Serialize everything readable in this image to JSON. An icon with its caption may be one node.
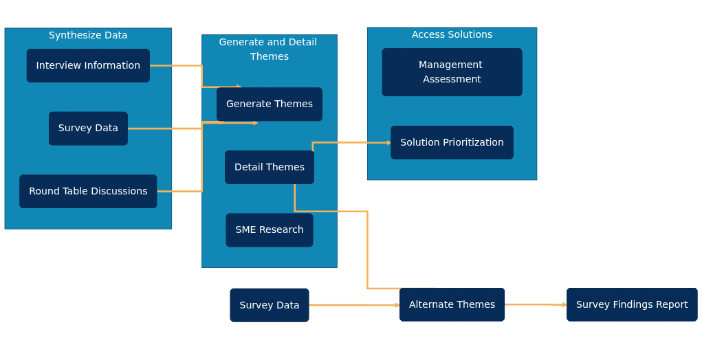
{
  "diagram": {
    "nodes": [
      {
        "text": [
          "Synthesize Data"
        ]
      },
      {
        "text": [
          "Interview Information"
        ],
        "in": 0
      },
      {
        "text": [
          "Survey Data"
        ],
        "in": 0
      },
      {
        "text": [
          "Round Table Discussions"
        ],
        "in": 0
      },
      {
        "text": [
          "Generate and Detail Themes"
        ]
      },
      {
        "text": [
          "Generate Themes"
        ],
        "in": 4
      },
      {
        "text": [
          "Detail Themes"
        ],
        "in": 4
      },
      {
        "text": [
          "SME Research"
        ],
        "in": 4
      },
      {
        "text": [
          "Access Solutions"
        ]
      },
      {
        "text": [
          "Management Assessment"
        ],
        "in": 8
      },
      {
        "text": [
          "Solution Prioritization"
        ],
        "in": 8
      },
      {
        "text": [
          "Survey Data"
        ]
      },
      {
        "text": [
          "Alternate Themes"
        ]
      },
      {
        "text": [
          "Survey Findings Report"
        ]
      }
    ],
    "edges": [
      {
        "from": 1,
        "to": 5,
        "arrow": "to"
      },
      {
        "from": 2,
        "to": 5,
        "arrow": "to"
      },
      {
        "from": 3,
        "to": 5,
        "arrow": "to"
      },
      {
        "from": 6,
        "to": 10,
        "arrow": "to"
      },
      {
        "from": 6,
        "to": 12,
        "arrow": "none"
      },
      {
        "from": 11,
        "to": 12,
        "arrow": "to"
      },
      {
        "from": 12,
        "to": 13,
        "arrow": "to"
      }
    ]
  }
}
